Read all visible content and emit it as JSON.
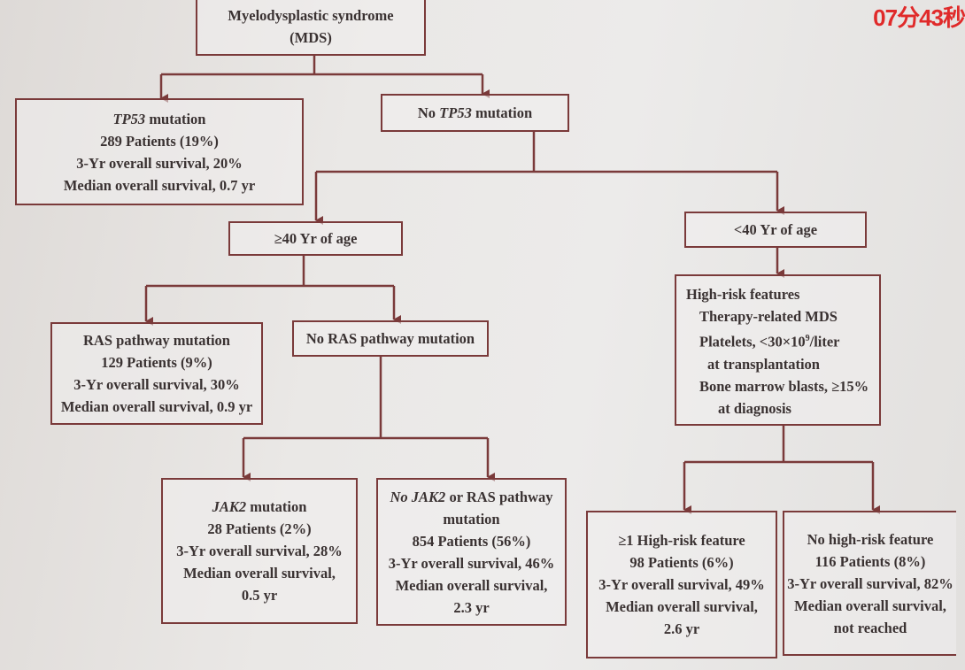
{
  "timer": "07分43秒",
  "mds": [
    "Myelodysplastic syndrome",
    "(MDS)"
  ],
  "tp53": {
    "title_gene": "TP53",
    "title_rest": " mutation",
    "patients": "289 Patients (19%)",
    "survival3": "3-Yr overall survival, 20%",
    "median": "Median overall survival, 0.7 yr"
  },
  "no_tp53": {
    "prefix": "No ",
    "gene": "TP53",
    "suffix": " mutation"
  },
  "age_ge40": "≥40 Yr of age",
  "age_lt40": "<40 Yr of age",
  "ras": {
    "title": "RAS pathway mutation",
    "patients": "129 Patients (9%)",
    "survival3": "3-Yr overall survival, 30%",
    "median": "Median overall survival, 0.9 yr"
  },
  "no_ras": "No RAS pathway mutation",
  "high_risk": {
    "title": "High-risk features",
    "item1": "Therapy-related MDS",
    "item2_a": "Platelets, <30×10",
    "item2_sup": "9",
    "item2_b": "/liter",
    "item2_c": "at transplantation",
    "item3_a": "Bone marrow blasts, ≥15%",
    "item3_b": "at diagnosis"
  },
  "jak2": {
    "gene": "JAK2",
    "title_rest": " mutation",
    "patients": "28 Patients (2%)",
    "survival3": "3-Yr overall survival, 28%",
    "median_a": "Median overall survival,",
    "median_b": "0.5 yr"
  },
  "no_jak2": {
    "prefix": "No ",
    "gene": "JAK2",
    "rest": " or RAS pathway",
    "line2": "mutation",
    "patients": "854 Patients (56%)",
    "survival3": "3-Yr overall survival, 46%",
    "median_a": "Median overall survival,",
    "median_b": "2.3 yr"
  },
  "ge1_risk": {
    "title": "≥1 High-risk  feature",
    "patients": "98 Patients (6%)",
    "survival3": "3-Yr overall survival, 49%",
    "median_a": "Median overall survival,",
    "median_b": "2.6 yr"
  },
  "no_risk": {
    "title": "No high-risk  feature",
    "patients": "116 Patients (8%)",
    "survival3": "3-Yr overall survival, 82%",
    "median_a": "Median overall survival,",
    "median_b": "not reached"
  },
  "colors": {
    "border": "#7a3a3a",
    "text": "#3a3232",
    "timer": "#e02a2a"
  }
}
